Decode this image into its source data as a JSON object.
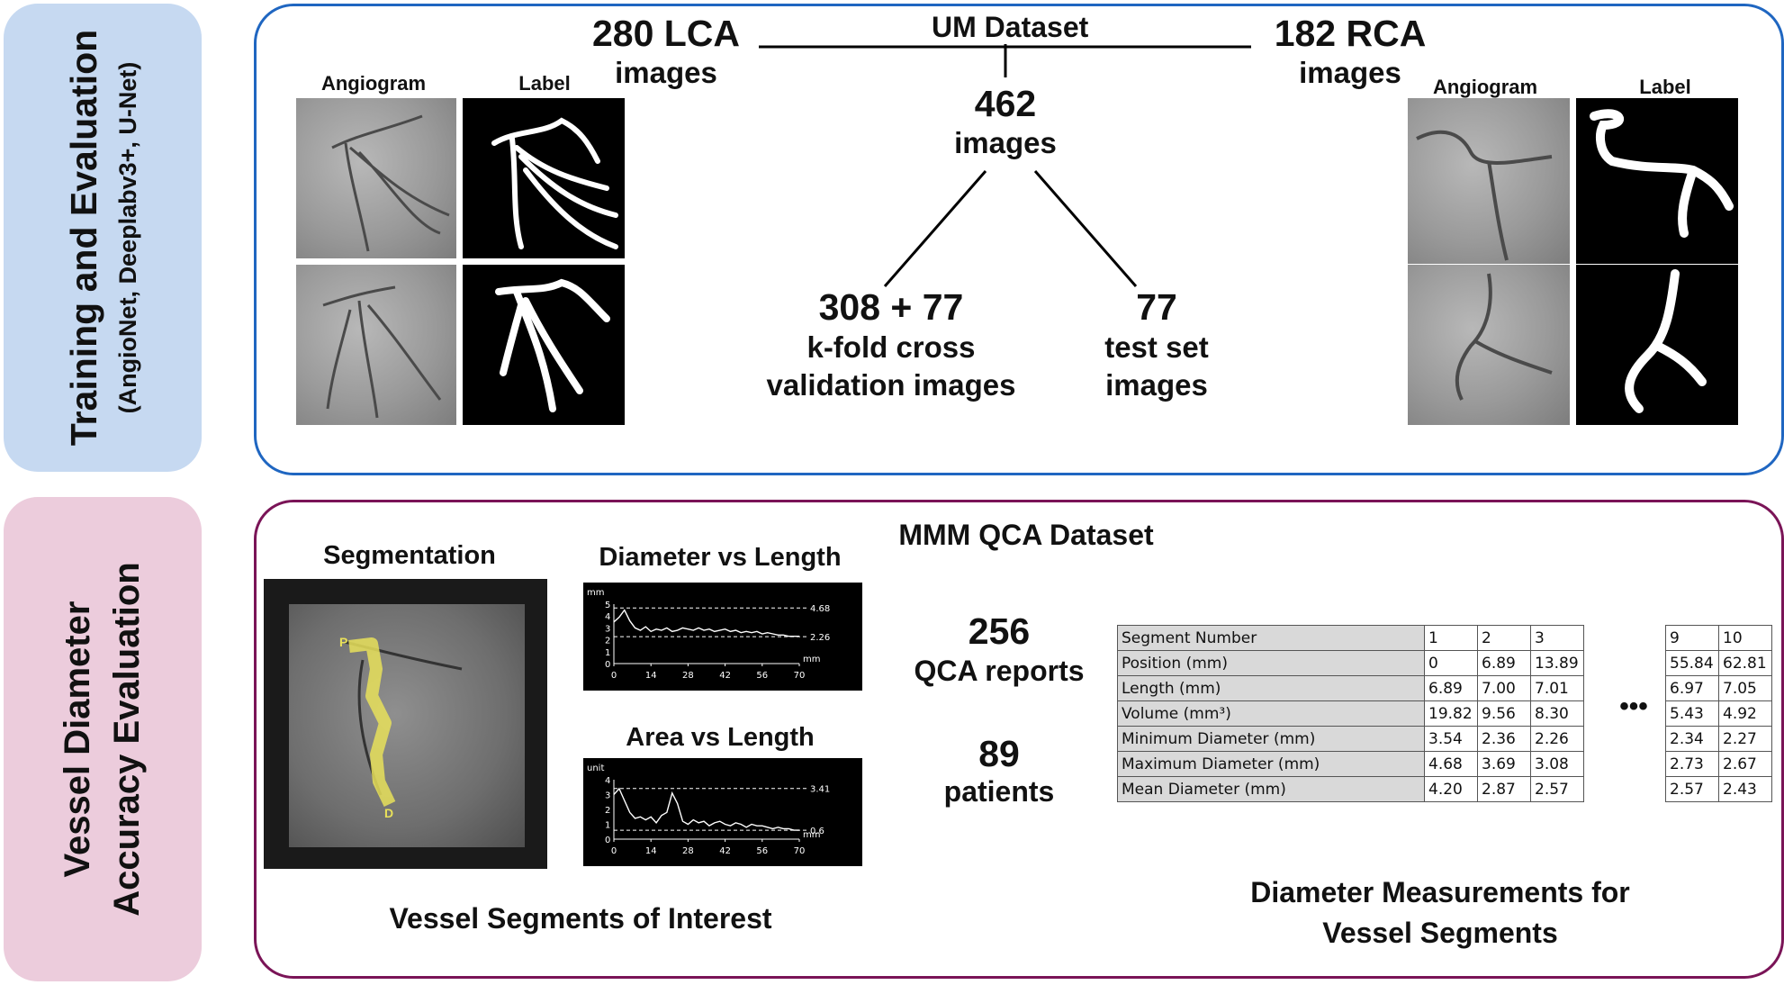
{
  "side_labels": {
    "top_line1": "Training and Evaluation",
    "top_line2": "(AngioNet, Deeplabv3+, U-Net)",
    "bottom_line1": "Vessel Diameter",
    "bottom_line2": "Accuracy Evaluation"
  },
  "um": {
    "title": "UM Dataset",
    "lca_count": "280 LCA",
    "lca_sub": "images",
    "rca_count": "182 RCA",
    "rca_sub": "images",
    "total": "462",
    "total_sub": "images",
    "cv_count": "308 + 77",
    "cv_line1": "k-fold cross",
    "cv_line2": "validation images",
    "test_count": "77",
    "test_line1": "test set",
    "test_line2": "images",
    "left_angiogram_header": "Angiogram",
    "left_label_header": "Label",
    "right_angiogram_header": "Angiogram",
    "right_label_header": "Label"
  },
  "mmm": {
    "title": "MMM QCA Dataset",
    "segmentation_title": "Segmentation",
    "seg_marker_p": "P",
    "seg_marker_d": "D",
    "diameter_title": "Diameter vs Length",
    "area_title": "Area vs Length",
    "reports_count": "256",
    "reports_label": "QCA reports",
    "patients_count": "89",
    "patients_label": "patients",
    "vessel_caption": "Vessel Segments of Interest",
    "diam_caption_line1": "Diameter Measurements for",
    "diam_caption_line2": "Vessel Segments",
    "ellipsis": "•••"
  },
  "chart_data": [
    {
      "type": "line",
      "title": "Diameter vs Length",
      "ylabel": "mm",
      "xlabel": "mm",
      "xlim": [
        0,
        70
      ],
      "ylim": [
        0,
        5
      ],
      "xticks": [
        "0",
        "14",
        "28",
        "42",
        "56",
        "70"
      ],
      "yticks": [
        "0",
        "1",
        "2",
        "3",
        "4",
        "5"
      ],
      "x": [
        0,
        2,
        4,
        6,
        8,
        10,
        12,
        14,
        16,
        18,
        20,
        22,
        24,
        26,
        28,
        30,
        32,
        34,
        36,
        38,
        40,
        42,
        44,
        46,
        48,
        50,
        52,
        54,
        56,
        58,
        60,
        62,
        64,
        66,
        68,
        70
      ],
      "values": [
        3.5,
        3.9,
        4.5,
        3.6,
        3.0,
        2.8,
        3.1,
        2.7,
        2.9,
        2.8,
        3.0,
        2.7,
        2.8,
        3.0,
        2.9,
        2.8,
        3.0,
        2.8,
        2.9,
        2.7,
        2.8,
        2.9,
        2.7,
        2.8,
        2.6,
        2.7,
        2.6,
        2.7,
        2.5,
        2.6,
        2.5,
        2.4,
        2.4,
        2.3,
        2.3,
        2.3
      ],
      "reference_lines": [
        4.68,
        2.26
      ],
      "reference_labels": [
        "4.68",
        "2.26"
      ]
    },
    {
      "type": "line",
      "title": "Area vs Length",
      "ylabel": "unit",
      "xlabel": "mm",
      "xlim": [
        0,
        70
      ],
      "ylim": [
        0,
        4
      ],
      "xticks": [
        "0",
        "14",
        "28",
        "42",
        "56",
        "70"
      ],
      "yticks": [
        "0",
        "1",
        "2",
        "3",
        "4"
      ],
      "x": [
        0,
        2,
        4,
        6,
        8,
        10,
        12,
        14,
        16,
        18,
        20,
        22,
        24,
        26,
        28,
        30,
        32,
        34,
        36,
        38,
        40,
        42,
        44,
        46,
        48,
        50,
        52,
        54,
        56,
        58,
        60,
        62,
        64,
        66,
        68,
        70
      ],
      "values": [
        3.0,
        3.4,
        2.6,
        1.8,
        1.4,
        1.5,
        1.3,
        1.5,
        1.1,
        1.6,
        1.8,
        3.1,
        2.4,
        1.2,
        1.0,
        1.3,
        1.1,
        1.2,
        0.9,
        1.1,
        1.2,
        1.0,
        0.9,
        1.1,
        1.0,
        0.8,
        1.0,
        0.9,
        0.9,
        0.8,
        0.7,
        0.8,
        0.7,
        0.7,
        0.6,
        0.6
      ],
      "reference_lines": [
        3.41,
        0.6
      ],
      "reference_labels": [
        "3.41",
        "0.6"
      ]
    },
    {
      "type": "table",
      "title": "Diameter Measurements for Vessel Segments",
      "columns": [
        "Segment Number",
        "1",
        "2",
        "3",
        "9",
        "10"
      ],
      "rows": [
        {
          "label": "Position (mm)",
          "values": [
            "0",
            "6.89",
            "13.89",
            "55.84",
            "62.81"
          ]
        },
        {
          "label": "Length (mm)",
          "values": [
            "6.89",
            "7.00",
            "7.01",
            "6.97",
            "7.05"
          ]
        },
        {
          "label": "Volume (mm³)",
          "values": [
            "19.82",
            "9.56",
            "8.30",
            "5.43",
            "4.92"
          ]
        },
        {
          "label": "Minimum Diameter (mm)",
          "values": [
            "3.54",
            "2.36",
            "2.26",
            "2.34",
            "2.27"
          ]
        },
        {
          "label": "Maximum Diameter (mm)",
          "values": [
            "4.68",
            "3.69",
            "3.08",
            "2.73",
            "2.67"
          ]
        },
        {
          "label": "Mean Diameter (mm)",
          "values": [
            "4.20",
            "2.87",
            "2.57",
            "2.57",
            "2.43"
          ]
        }
      ]
    }
  ],
  "colors": {
    "top_side_bg": "#c6d9f1",
    "bottom_side_bg": "#ecccdc",
    "top_border": "#1f66c1",
    "bottom_border": "#7a1457",
    "segment_overlay": "#e8e05a"
  }
}
